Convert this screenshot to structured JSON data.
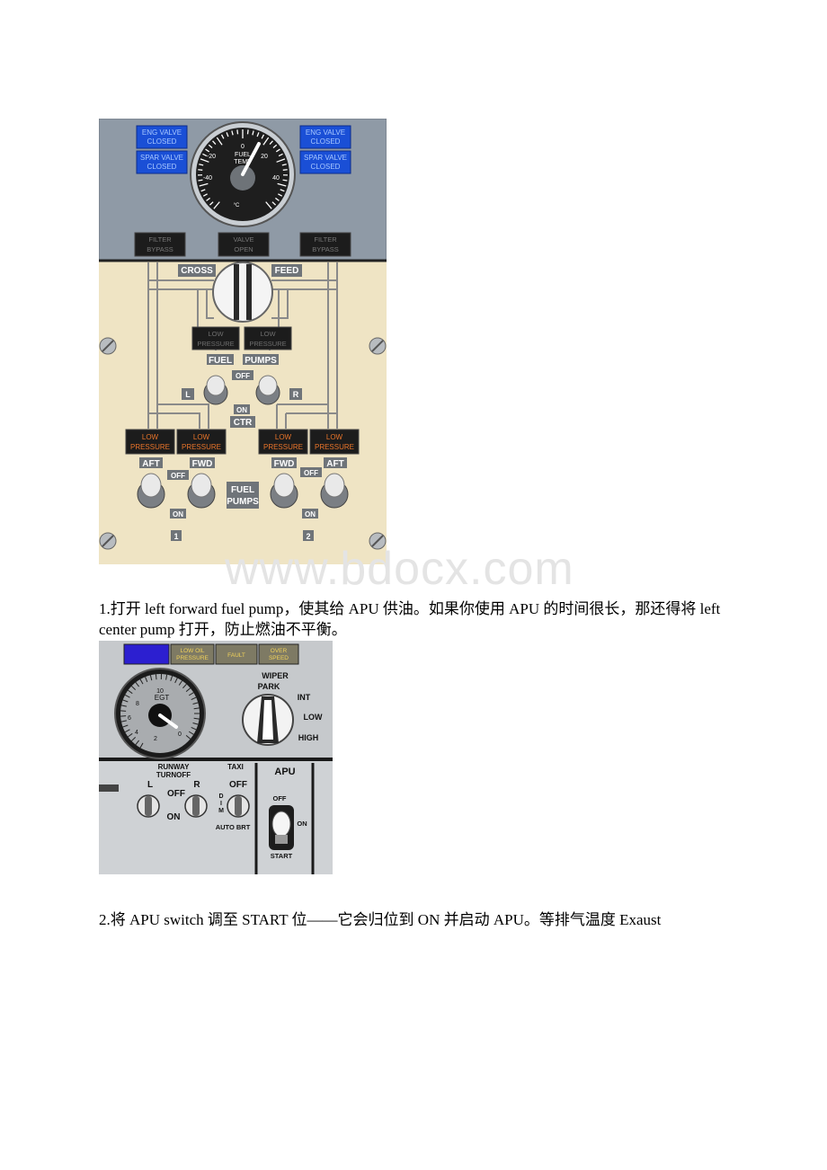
{
  "fuel_panel": {
    "annunciators": {
      "eng_valve_closed_l": [
        "ENG VALVE",
        "CLOSED"
      ],
      "spar_valve_closed_l": [
        "SPAR VALVE",
        "CLOSED"
      ],
      "eng_valve_closed_r": [
        "ENG VALVE",
        "CLOSED"
      ],
      "spar_valve_closed_r": [
        "SPAR VALVE",
        "CLOSED"
      ],
      "filter_bypass_l": [
        "FILTER",
        "BYPASS"
      ],
      "valve_open": [
        "VALVE",
        "OPEN"
      ],
      "filter_bypass_r": [
        "FILTER",
        "BYPASS"
      ]
    },
    "gauge": {
      "label_top": "FUEL",
      "label_bottom": "TEMP",
      "unit": "°C",
      "ticks": [
        "-20",
        "0",
        "20",
        "-40",
        "40"
      ],
      "needle_value": 5
    },
    "crossfeed": {
      "cross": "CROSS",
      "feed": "FEED"
    },
    "low_pressure": [
      "LOW",
      "PRESSURE"
    ],
    "labels": {
      "fuel": "FUEL",
      "pumps": "PUMPS",
      "off": "OFF",
      "on": "ON",
      "l": "L",
      "r": "R",
      "ctr": "CTR",
      "aft": "AFT",
      "fwd": "FWD",
      "fuel_pumps": [
        "FUEL",
        "PUMPS"
      ],
      "tank_1": "1",
      "tank_2": "2"
    }
  },
  "watermark": "www.bdocx.com",
  "paragraphs": {
    "p1": "1.打开 left forward fuel pump，使其给 APU 供油。如果你使用 APU 的时间很长，那还得将 left center pump 打开，防止燃油不平衡。",
    "p2": "2.将 APU switch 调至 START 位——它会归位到 ON 并启动 APU。等排气温度 Exaust"
  },
  "apu_panel": {
    "lights": {
      "low_oil_pressure": [
        "LOW OIL",
        "PRESSURE"
      ],
      "fault": "FAULT",
      "over_speed": [
        "OVER",
        "SPEED"
      ]
    },
    "egt_gauge": {
      "label": "EGT",
      "ticks": [
        "10",
        "8",
        "6",
        "4",
        "2",
        "0"
      ]
    },
    "wiper": {
      "title": "WIPER",
      "park": "PARK",
      "int": "INT",
      "low": "LOW",
      "high": "HIGH"
    },
    "runway_turnoff": {
      "title": [
        "RUNWAY",
        "TURNOFF"
      ],
      "l": "L",
      "r": "R",
      "off": "OFF",
      "on": "ON"
    },
    "taxi": {
      "title": "TAXI",
      "off": "OFF",
      "dim": [
        "D",
        "I",
        "M"
      ],
      "auto_brt": "AUTO BRT"
    },
    "apu_switch": {
      "title": "APU",
      "off": "OFF",
      "on": "ON",
      "start": "START"
    }
  },
  "colors": {
    "panel_gray": "#8f9aa6",
    "panel_cream": "#efe4c4",
    "annunciator_blue": "#1a4fd6"
  }
}
